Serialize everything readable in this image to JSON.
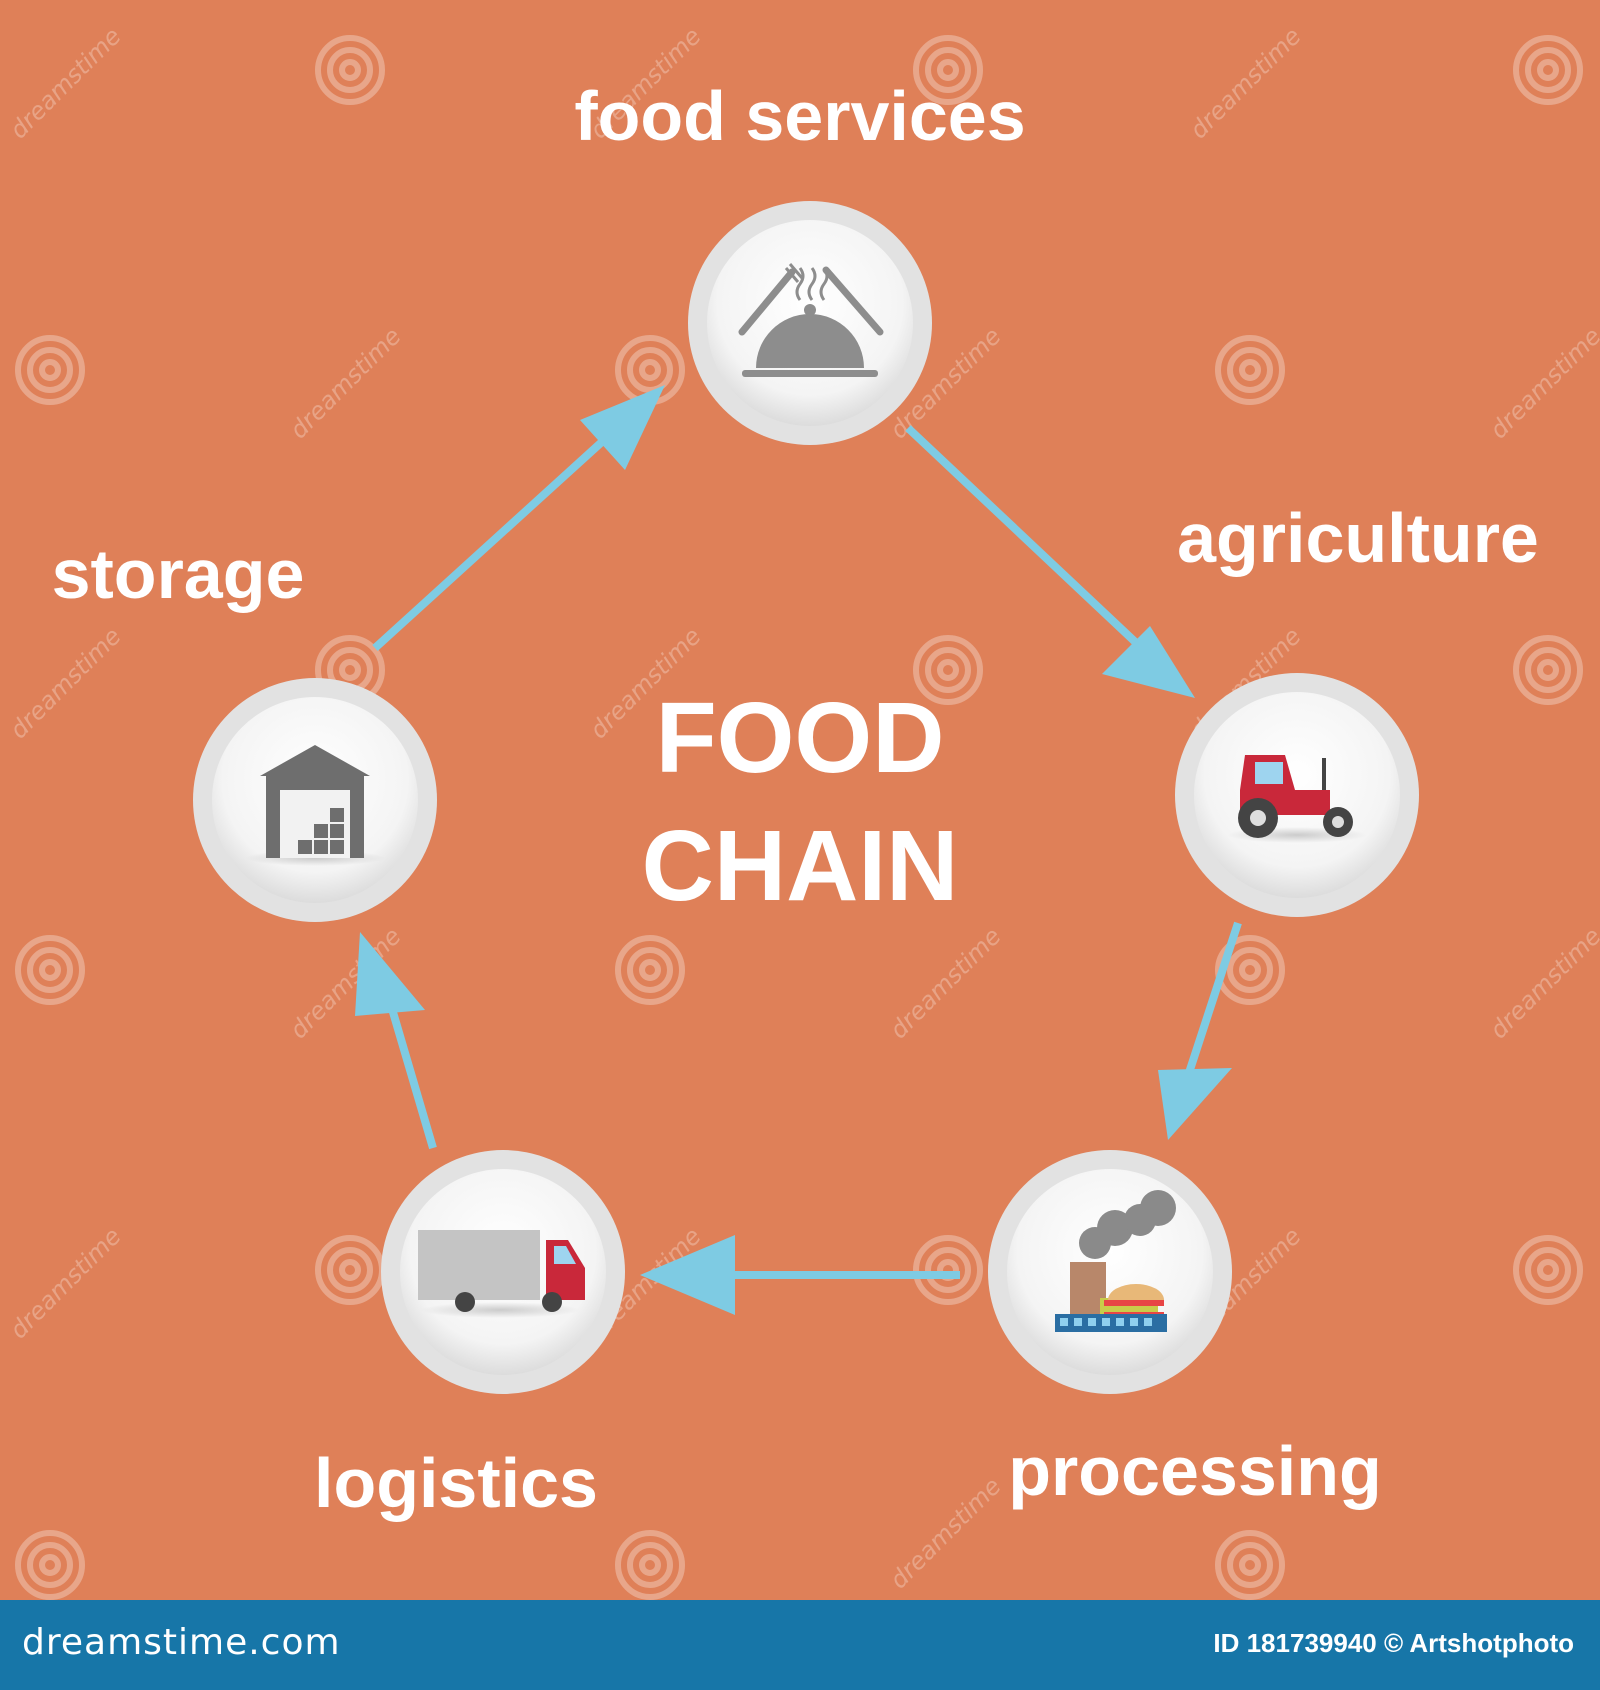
{
  "title_line1": "FOOD",
  "title_line2": "CHAIN",
  "nodes": {
    "food_services": {
      "label": "food services",
      "icon": "serving-cloche-icon"
    },
    "agriculture": {
      "label": "agriculture",
      "icon": "tractor-icon"
    },
    "processing": {
      "label": "processing",
      "icon": "factory-icon"
    },
    "logistics": {
      "label": "logistics",
      "icon": "truck-icon"
    },
    "storage": {
      "label": "storage",
      "icon": "warehouse-icon"
    }
  },
  "cycle_order": [
    "food services",
    "agriculture",
    "processing",
    "logistics",
    "storage"
  ],
  "footer": {
    "site": "dreamstime.com",
    "credit": "ID 181739940 © Artshotphoto"
  },
  "watermark": "dreamstime",
  "colors": {
    "background": "#df8058",
    "arrow": "#7ecbe3",
    "footer": "#1776a8",
    "circle_ring": "#e2e2e2",
    "tractor": "#c9283a"
  }
}
